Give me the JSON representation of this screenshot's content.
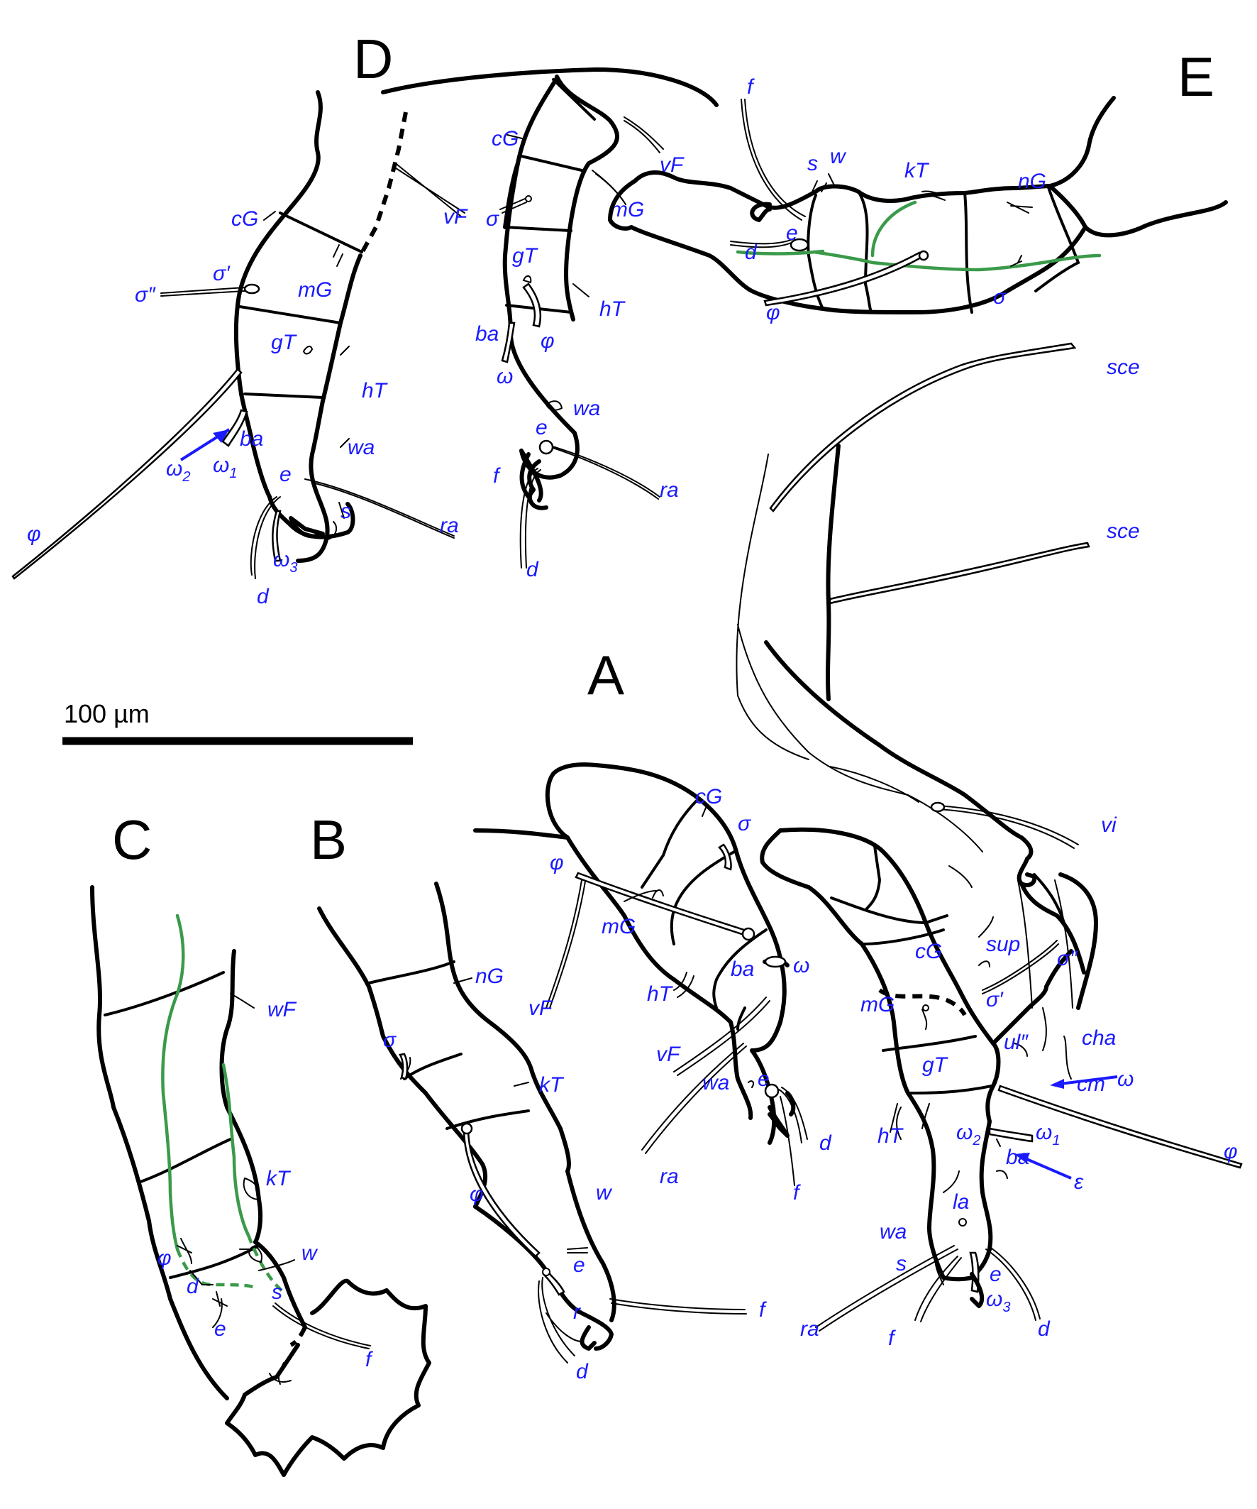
{
  "colors": {
    "label": "#1a1aff",
    "ink": "#000000",
    "cuticle_line": "#3a9a4a",
    "arrow": "#1a1aff"
  },
  "panels": {
    "A": "A",
    "B": "B",
    "C": "C",
    "D": "D",
    "E": "E"
  },
  "scale_bar": {
    "label": "100 µm"
  },
  "labels": {
    "D": {
      "cG": "cG",
      "sigma1": "σ′",
      "sigma2": "σ″",
      "mG": "mG",
      "gT": "gT",
      "hT": "hT",
      "ba": "ba",
      "wa": "wa",
      "omega1": "ω",
      "omega1_sub": "1",
      "omega2": "ω",
      "omega2_sub": "2",
      "omega3": "ω",
      "omega3_sub": "3",
      "phi": "φ",
      "e": "e",
      "s": "s",
      "d": "d",
      "ra": "ra",
      "vF": "vF"
    },
    "D2": {
      "cG": "cG",
      "sigma": "σ",
      "mG": "mG",
      "vF": "vF",
      "gT": "gT",
      "hT": "hT",
      "ba": "ba",
      "phi": "φ",
      "omega": "ω",
      "wa": "wa",
      "e": "e",
      "f": "f",
      "ra": "ra",
      "d": "d"
    },
    "E": {
      "f": "f",
      "s": "s",
      "w": "w",
      "kT": "kT",
      "nG": "nG",
      "e": "e",
      "d": "d",
      "sigma": "σ",
      "phi": "φ"
    },
    "sce1": "sce",
    "sce2": "sce",
    "vi": "vi",
    "A1": {
      "cG": "cG",
      "sigma": "σ",
      "phi": "φ",
      "mG": "mG",
      "hT": "hT",
      "ba": "ba",
      "omega": "ω",
      "vF1": "vF",
      "vF2": "vF",
      "wa": "wa",
      "e": "e",
      "ra": "ra",
      "d": "d",
      "f": "f"
    },
    "A2": {
      "cG": "cG",
      "sup": "sup",
      "sigma2": "σ″",
      "sigma1": "σ′",
      "mG": "mG",
      "ul": "ul″",
      "cha": "cha",
      "cm": "cm",
      "omega": "ω",
      "gT": "gT",
      "phi": "φ",
      "hT": "hT",
      "omega2": "ω",
      "omega2_sub": "2",
      "omega1": "ω",
      "omega1_sub": "1",
      "ba": "ba",
      "epsilon": "ε",
      "la": "la",
      "wa": "wa",
      "s": "s",
      "e": "e",
      "omega3": "ω",
      "omega3_sub": "3",
      "ra": "ra",
      "f": "f",
      "d": "d"
    },
    "B": {
      "nG": "nG",
      "sigma": "σ",
      "kT": "kT",
      "phi": "φ",
      "w": "w",
      "e": "e",
      "f": "f",
      "r": "r",
      "d": "d"
    },
    "C": {
      "wF": "wF",
      "kT": "kT",
      "phi": "φ",
      "w": "w",
      "d": "d",
      "s": "s",
      "e": "e",
      "f": "f"
    }
  }
}
